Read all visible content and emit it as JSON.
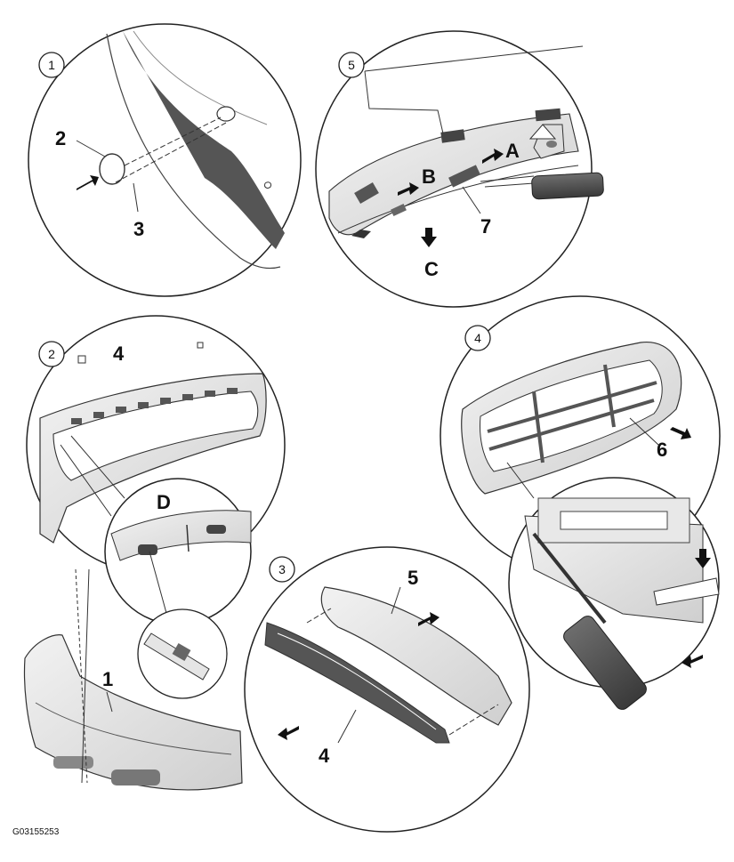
{
  "figure_id": "G03155253",
  "steps": {
    "s1": "1",
    "s2": "2",
    "s3": "3",
    "s4": "4",
    "s5": "5"
  },
  "callouts": {
    "c1_a": "1",
    "c2": "2",
    "c3": "3",
    "c4_a": "4",
    "c4_b": "4",
    "c5": "5",
    "c6": "6",
    "c7": "7",
    "A": "A",
    "B": "B",
    "C": "C",
    "D": "D"
  }
}
